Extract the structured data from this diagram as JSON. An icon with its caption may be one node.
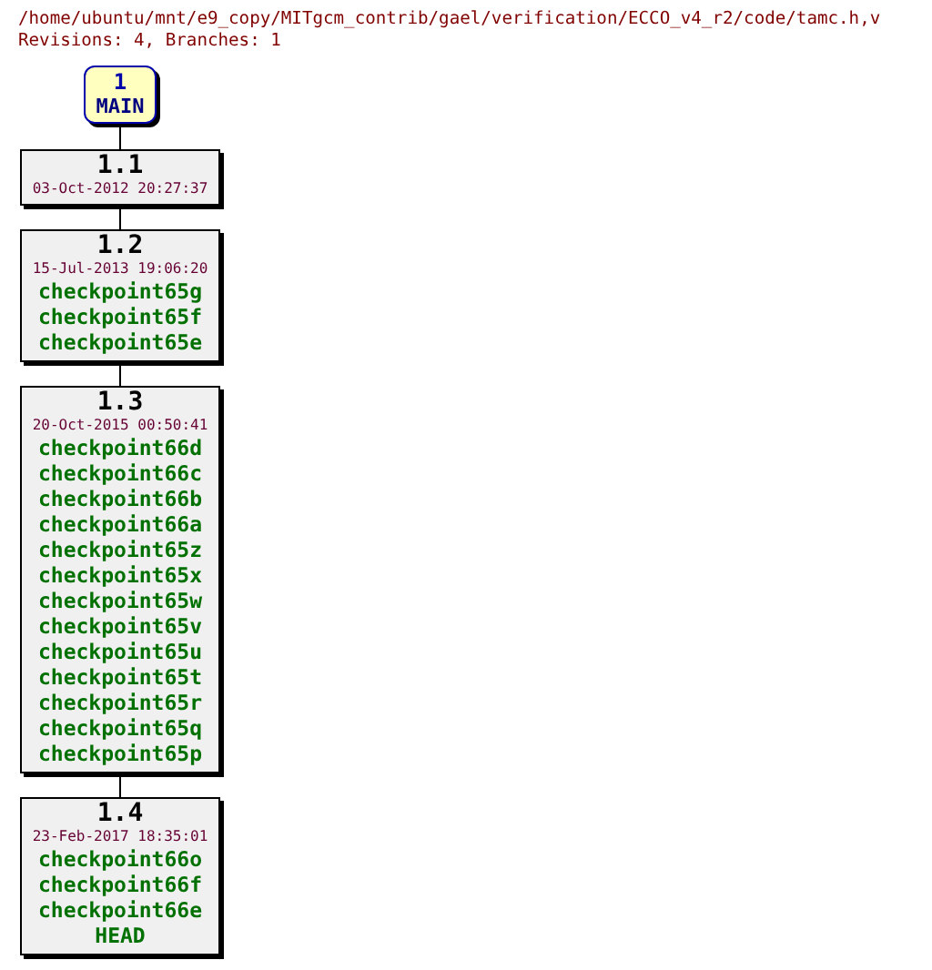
{
  "diagram": {
    "title": "/home/ubuntu/mnt/e9_copy/MITgcm_contrib/gael/verification/ECCO_v4_r2/code/tamc.h,v",
    "labels": [
      "Revisions: 4, Branches: 1"
    ],
    "nodes": [
      {
        "text": [
          "1",
          "MAIN"
        ]
      },
      {
        "text": [
          "1.1",
          "03-Oct-2012 20:27:37"
        ]
      },
      {
        "text": [
          "1.2",
          "15-Jul-2013 19:06:20",
          "checkpoint65g",
          "checkpoint65f",
          "checkpoint65e"
        ]
      },
      {
        "text": [
          "1.3",
          "20-Oct-2015 00:50:41",
          "checkpoint66d",
          "checkpoint66c",
          "checkpoint66b",
          "checkpoint66a",
          "checkpoint65z",
          "checkpoint65x",
          "checkpoint65w",
          "checkpoint65v",
          "checkpoint65u",
          "checkpoint65t",
          "checkpoint65r",
          "checkpoint65q",
          "checkpoint65p"
        ]
      },
      {
        "text": [
          "1.4",
          "23-Feb-2017 18:35:01",
          "checkpoint66o",
          "checkpoint66f",
          "checkpoint66e",
          "HEAD"
        ]
      }
    ],
    "edges": [
      {
        "from": 0,
        "to": 1,
        "arrow": "none"
      },
      {
        "from": 1,
        "to": 2,
        "arrow": "none"
      },
      {
        "from": 2,
        "to": 3,
        "arrow": "none"
      },
      {
        "from": 3,
        "to": 4,
        "arrow": "none"
      }
    ]
  }
}
